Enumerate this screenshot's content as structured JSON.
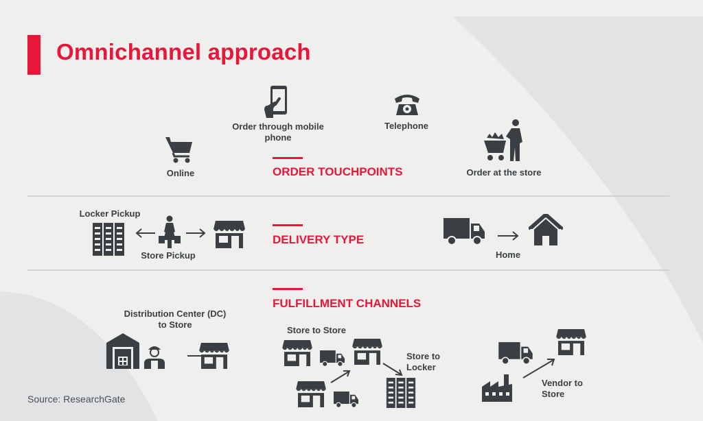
{
  "title": "Omnichannel approach",
  "source": "Source: ResearchGate",
  "order_touchpoints": {
    "heading": "ORDER TOUCHPOINTS",
    "online": "Online",
    "mobile": "Order through mobile phone",
    "telephone": "Telephone",
    "store": "Order at the store"
  },
  "delivery_type": {
    "heading": "DELIVERY TYPE",
    "locker": "Locker Pickup",
    "store_pickup": "Store Pickup",
    "home": "Home"
  },
  "fulfillment": {
    "heading": "FULFILLMENT CHANNELS",
    "dc_to_store": "Distribution Center (DC) to Store",
    "store_to_store": "Store to Store",
    "store_to_locker": "Store to Locker",
    "vendor_to_store": "Vendor to Store"
  },
  "colors": {
    "accent": "#e8173a",
    "icon": "#3a3f44",
    "background": "#efefee"
  }
}
